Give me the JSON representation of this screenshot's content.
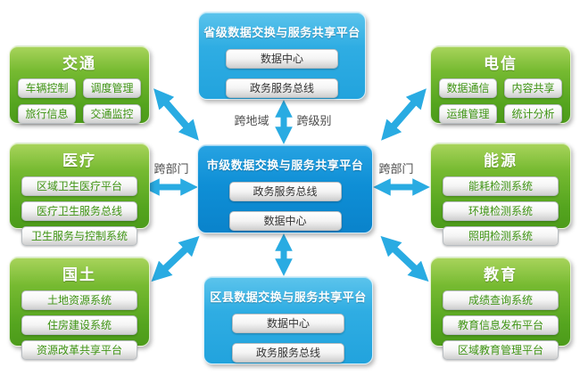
{
  "platforms": {
    "provincial": {
      "title": "省级数据交换与服务共享平台",
      "items": [
        "数据中心",
        "政务服务总线"
      ]
    },
    "municipal": {
      "title": "市级数据交换与服务共享平台",
      "items": [
        "政务服务总线",
        "数据中心"
      ]
    },
    "district": {
      "title": "区县数据交换与服务共享平台",
      "items": [
        "数据中心",
        "政务服务总线"
      ]
    }
  },
  "sectors": [
    {
      "title": "交通",
      "items": [
        "车辆控制",
        "调度管理",
        "旅行信息",
        "交通监控"
      ]
    },
    {
      "title": "医疗",
      "items": [
        "区域卫生医疗平台",
        "医疗卫生服务总线",
        "卫生服务与控制系统"
      ]
    },
    {
      "title": "国土",
      "items": [
        "土地资源系统",
        "住房建设系统",
        "资源改革共享平台"
      ]
    },
    {
      "title": "电信",
      "items": [
        "数据通信",
        "内容共享",
        "运维管理",
        "统计分析"
      ]
    },
    {
      "title": "能源",
      "items": [
        "能耗检测系统",
        "环境检测系统",
        "照明检测系统"
      ]
    },
    {
      "title": "教育",
      "items": [
        "成绩查询系统",
        "教育信息发布平台",
        "区域教育管理平台"
      ]
    }
  ],
  "edge_labels": {
    "cross_region": "跨地域",
    "cross_level": "跨级别",
    "cross_dept_left": "跨部门",
    "cross_dept_right": "跨部门"
  },
  "colors": {
    "green_top": "#a9d45c",
    "green_bottom": "#4c9b1a",
    "blue_light": "#29abe2",
    "blue_deep": "#0a83cb",
    "arrow": "#29abe2",
    "pill_text_green": "#3f9414",
    "pill_text_dark": "#333333",
    "edge_label_text": "#4d4d4d"
  }
}
